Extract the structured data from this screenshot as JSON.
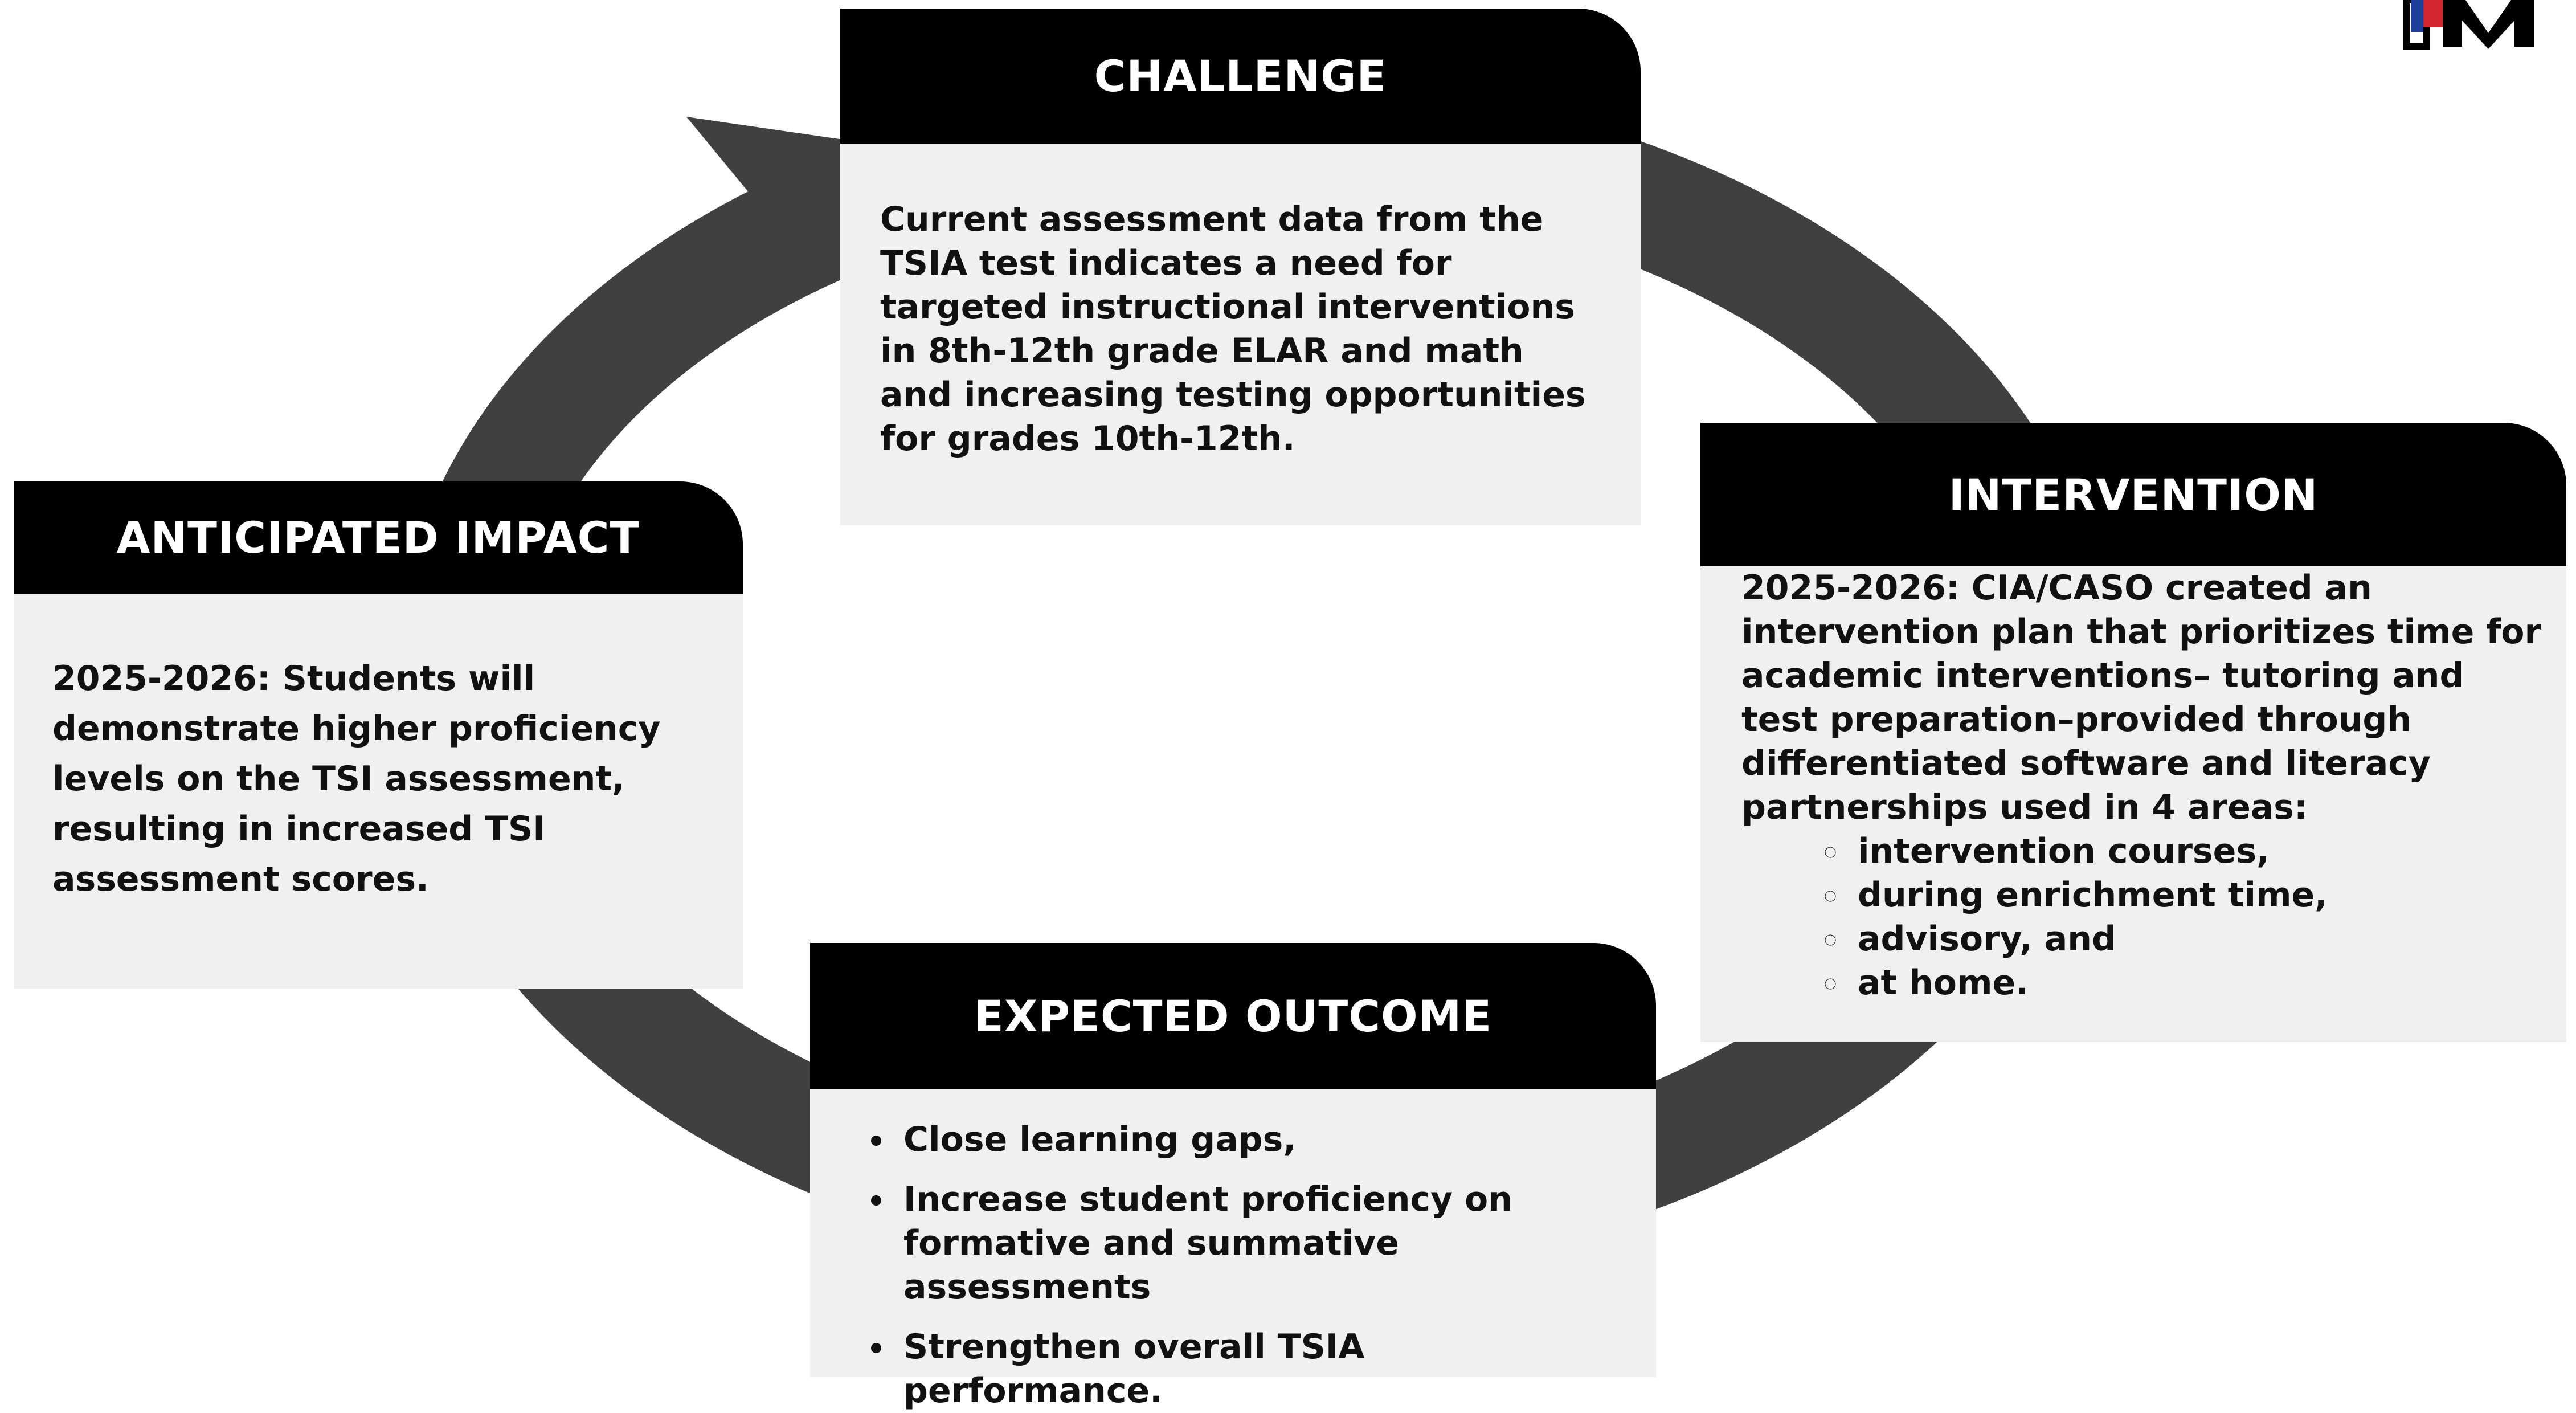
{
  "challenge": {
    "title": "CHALLENGE",
    "text": "Current assessment data from the TSIA test indicates a need for targeted instructional interventions in 8th-12th grade ELAR and math and increasing testing opportunities for grades 10th-12th."
  },
  "intervention": {
    "title": "INTERVENTION",
    "intro": "2025-2026: CIA/CASO created an intervention plan that prioritizes time for academic interventions– tutoring and test preparation–provided through differentiated software and literacy partnerships used in 4 areas:",
    "areas": [
      "intervention courses,",
      "during enrichment time,",
      "advisory, and",
      "at home."
    ]
  },
  "expected_outcome": {
    "title": "EXPECTED OUTCOME",
    "bullets": [
      "Close learning gaps,",
      "Increase student proficiency on formative and summative assessments",
      "Strengthen overall TSIA performance."
    ]
  },
  "anticipated_impact": {
    "title": "ANTICIPATED IMPACT",
    "text": "2025-2026: Students will demonstrate higher proficiency levels on the TSI assessment, resulting in increased TSI assessment scores."
  },
  "colors": {
    "cycle_arrow": "#404040",
    "header_bg": "#000000",
    "body_bg": "#f0f0f0",
    "logo_red": "#d62630",
    "logo_blue": "#1f3f9a"
  },
  "icons": {
    "cycle": "circular-arrow",
    "logo": "district-logo"
  }
}
